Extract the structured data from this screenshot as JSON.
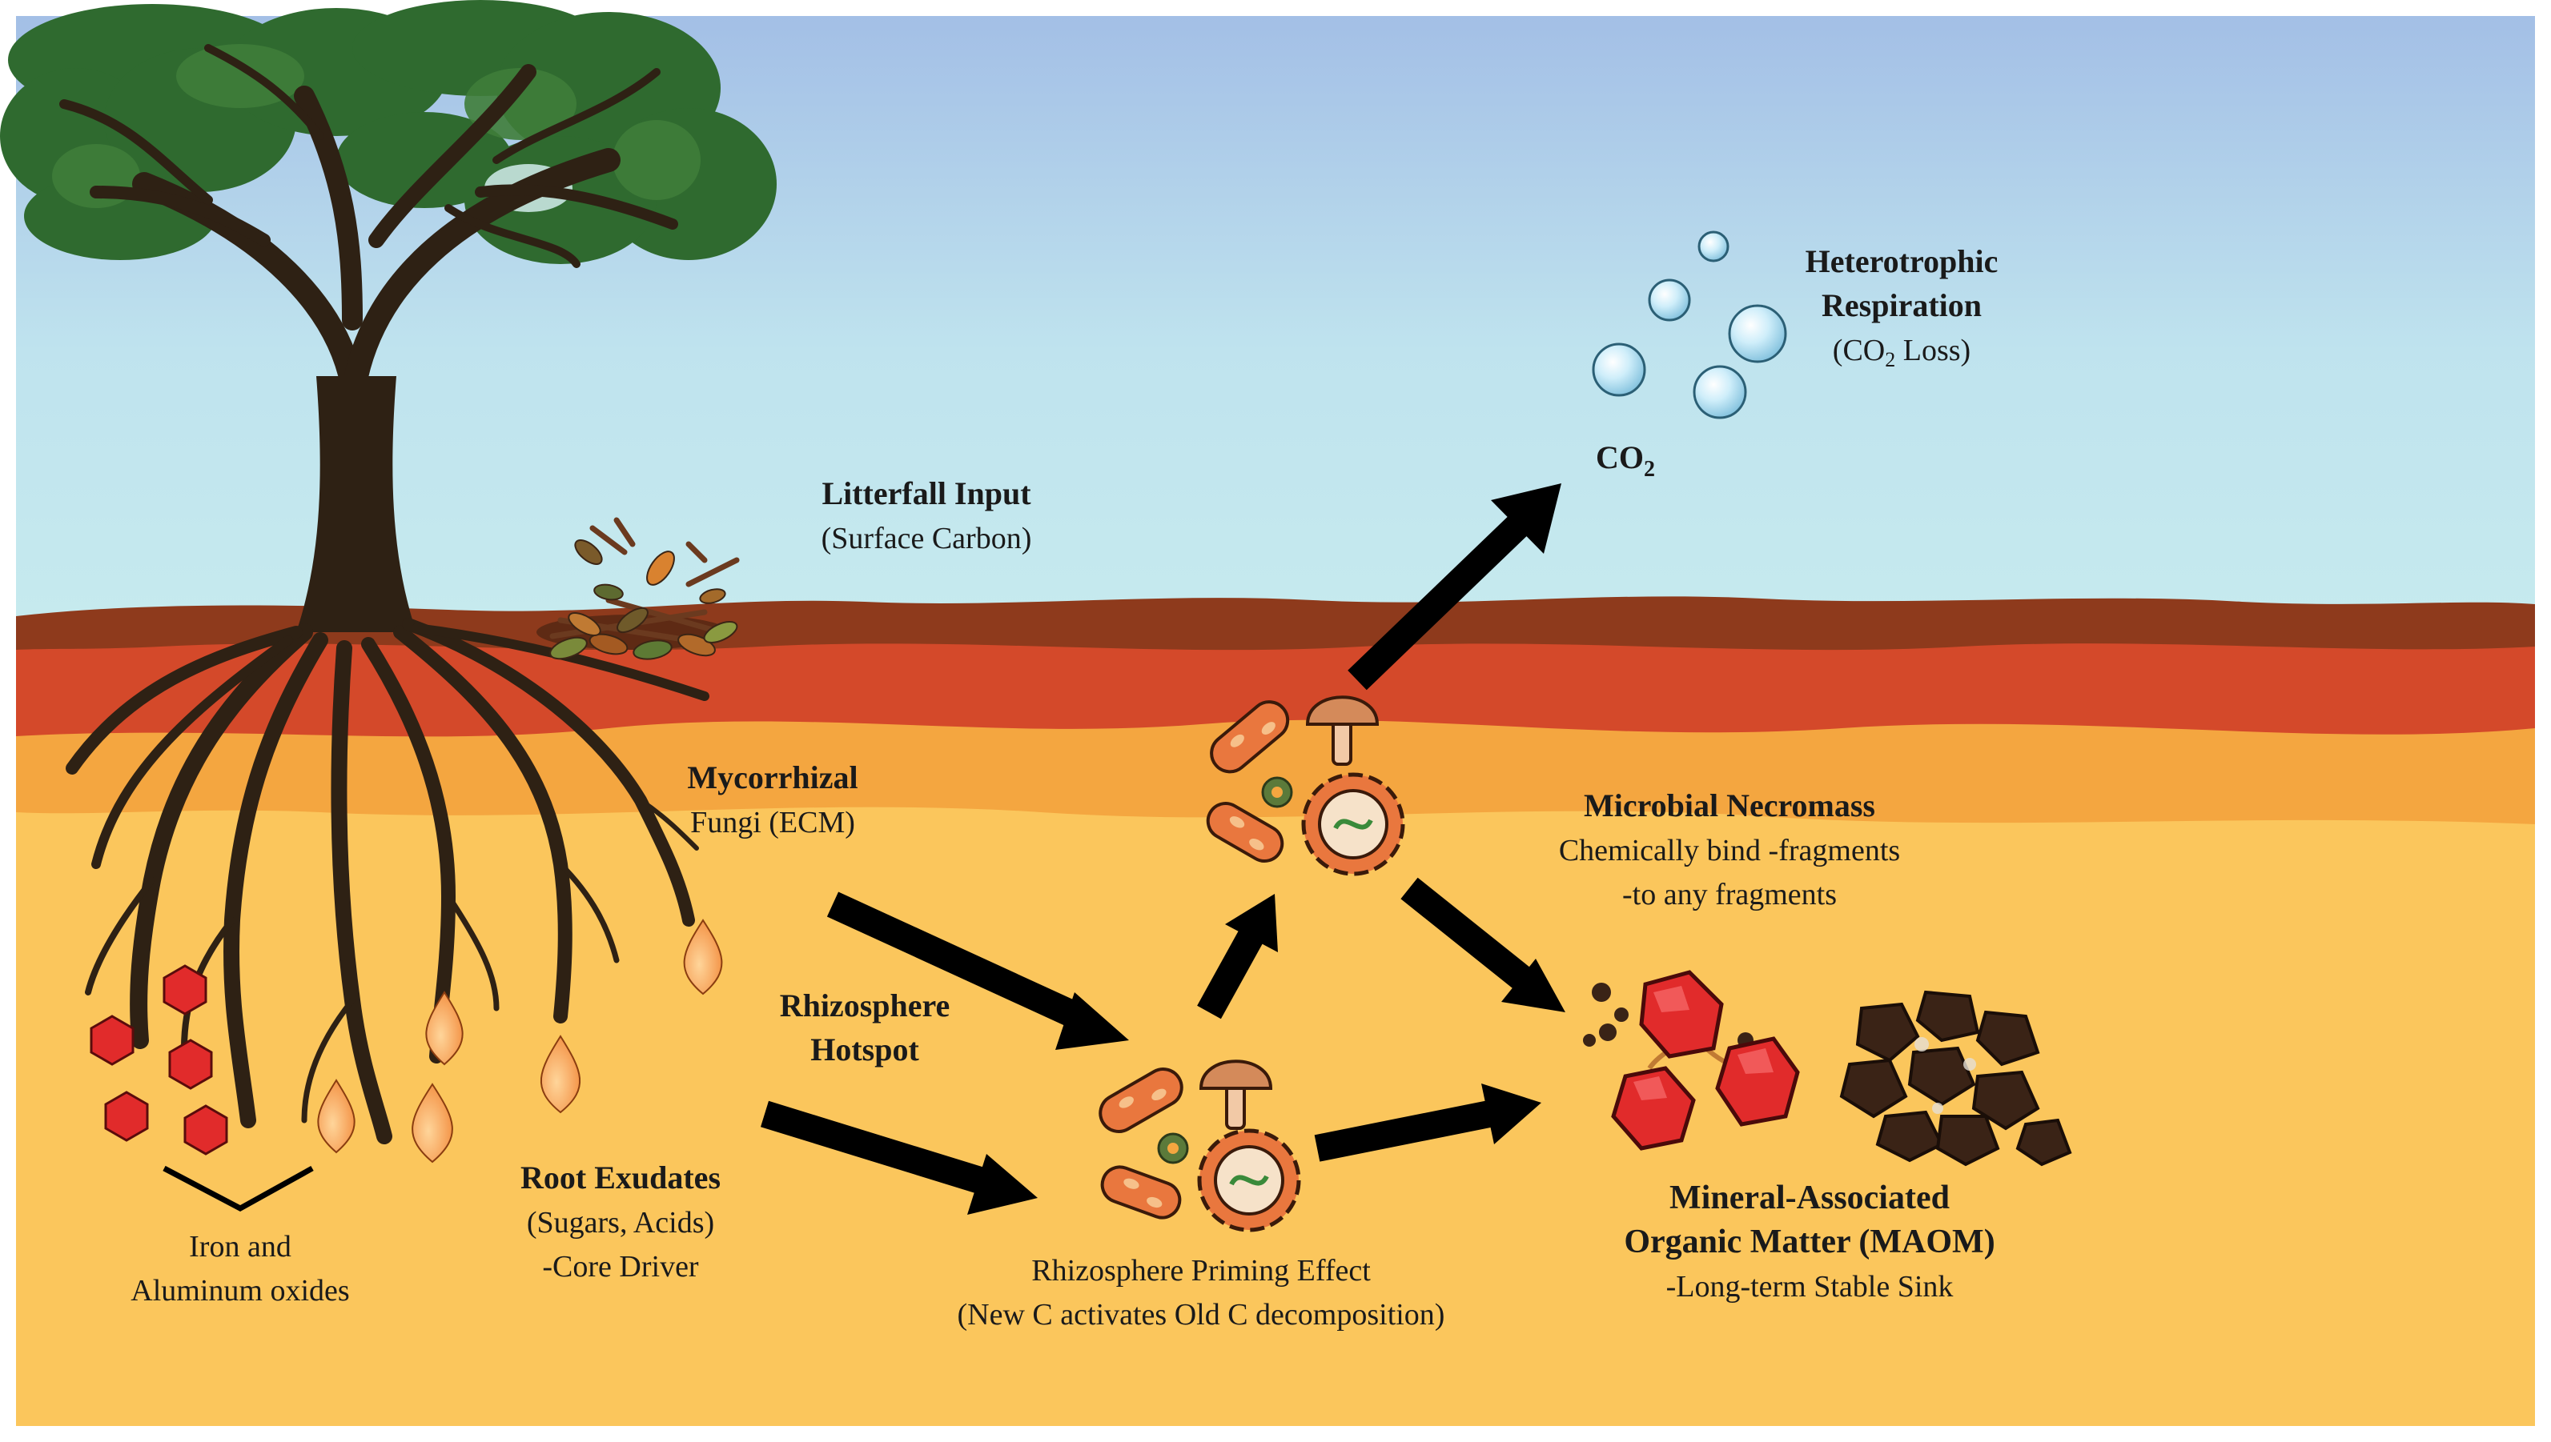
{
  "labels": {
    "heterotrophic_title_1": "Heterotrophic",
    "heterotrophic_title_2": "Respiration",
    "co2_loss_prefix": "(CO",
    "co2_loss_sub": "2",
    "co2_loss_suffix": " Loss)",
    "co2_main": "CO",
    "co2_main_sub": "2",
    "litterfall_title": "Litterfall Input",
    "litterfall_sub": "(Surface Carbon)",
    "mycorrhizal_title": "Mycorrhizal",
    "mycorrhizal_sub": "Fungi (ECM)",
    "hotspot_title_1": "Rhizosphere",
    "hotspot_title_2": "Hotspot",
    "necromass_title": "Microbial Necromass",
    "necromass_line_1": "Chemically bind -fragments",
    "necromass_line_2": "-to any fragments",
    "exudates_title": "Root Exudates",
    "exudates_line_1": "(Sugars, Acids)",
    "exudates_line_2": "-Core Driver",
    "oxides_line_1": "Iron and",
    "oxides_line_2": "Aluminum oxides",
    "priming_line_1": "Rhizosphere Priming Effect",
    "priming_line_2": "(New C activates Old C decomposition)",
    "maom_title_1": "Mineral-Associated",
    "maom_title_2": "Organic Matter (MAOM)",
    "maom_line_1": "-Long-term Stable Sink"
  },
  "colors": {
    "sky_top": "#a6c2e8",
    "sky_bottom": "#c3e7ee",
    "topsoil": "#8e3a1c",
    "red_layer": "#d4492a",
    "orange_layer": "#f4a640",
    "subsoil": "#fbc65c",
    "tree_trunk": "#2e2114",
    "foliage": "#2f6a2f",
    "mineral_red": "#e12b2b",
    "aggregate": "#3a2316",
    "arrow": "#000000",
    "bubble": "#bfe6f5",
    "droplet": "#f7a553",
    "microbe": "#e9773e"
  }
}
